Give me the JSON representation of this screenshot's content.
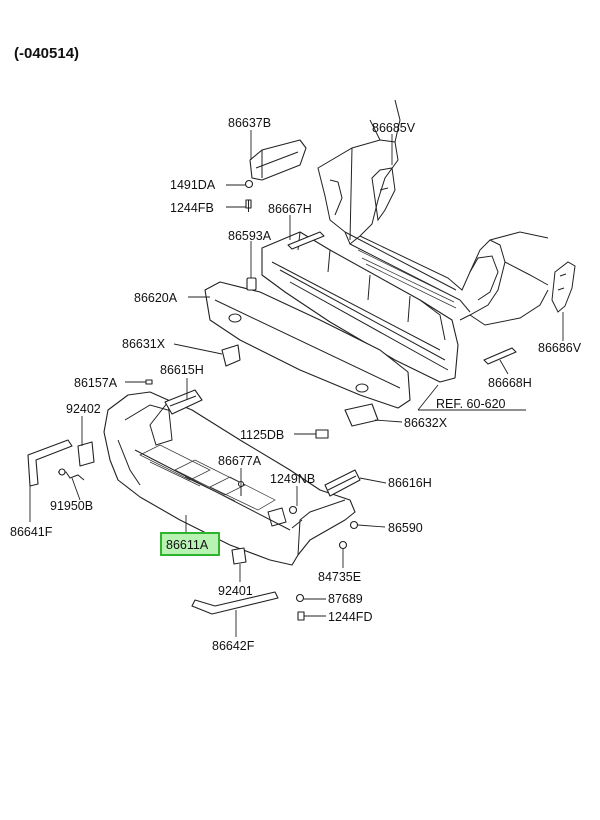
{
  "header": {
    "range": "(-040514)"
  },
  "reference": {
    "text": "REF. 60-620"
  },
  "selected_part": "86611A",
  "colors": {
    "highlight_fill": "#b9f3b4",
    "highlight_border": "#2fb52b",
    "line": "#222222"
  },
  "parts": {
    "p86637B": "86637B",
    "p86685V": "86685V",
    "p1491DA": "1491DA",
    "p1244FB": "1244FB",
    "p86667H": "86667H",
    "p86593A": "86593A",
    "p86620A": "86620A",
    "p86631X": "86631X",
    "p86686V": "86686V",
    "p86615H": "86615H",
    "p86157A": "86157A",
    "p86668H": "86668H",
    "p92402": "92402",
    "p86632X": "86632X",
    "p1125DB": "1125DB",
    "p86677A": "86677A",
    "p1249NB": "1249NB",
    "p86616H": "86616H",
    "p86641F": "86641F",
    "p91950B": "91950B",
    "p86590": "86590",
    "p86611A": "86611A",
    "p84735E": "84735E",
    "p92401": "92401",
    "p87689": "87689",
    "p1244FD": "1244FD",
    "p86642F": "86642F"
  }
}
